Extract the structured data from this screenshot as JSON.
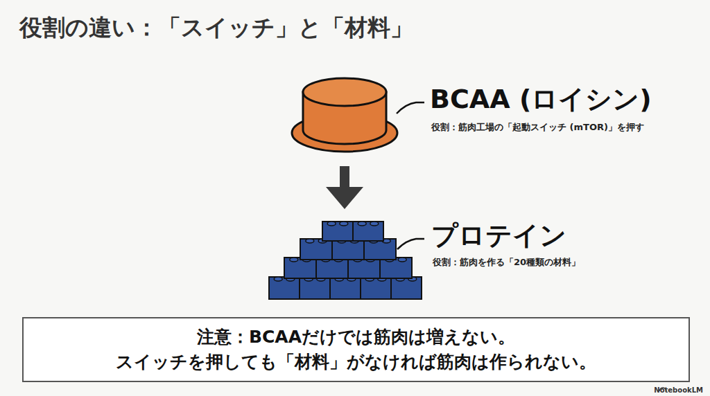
{
  "diagram": {
    "title": "役割の違い：「スイッチ」と「材料」",
    "nodes": [
      {
        "text": [
          "BCAA (ロイシン)",
          "役割：筋肉工場の「起動スイッチ (mTOR)」を押す"
        ]
      },
      {
        "text": [
          "プロテイン",
          "役割：筋肉を作る「20種類の材料」"
        ]
      },
      {
        "text": [
          "注意：BCAAだけでは筋肉は増えない。",
          "スイッチを押しても「材料」がなければ筋肉は作られない。"
        ]
      }
    ],
    "edges": [
      {
        "from": 0,
        "to": 1,
        "arrow": "to"
      }
    ],
    "labels": [
      "NotebookLM"
    ]
  }
}
